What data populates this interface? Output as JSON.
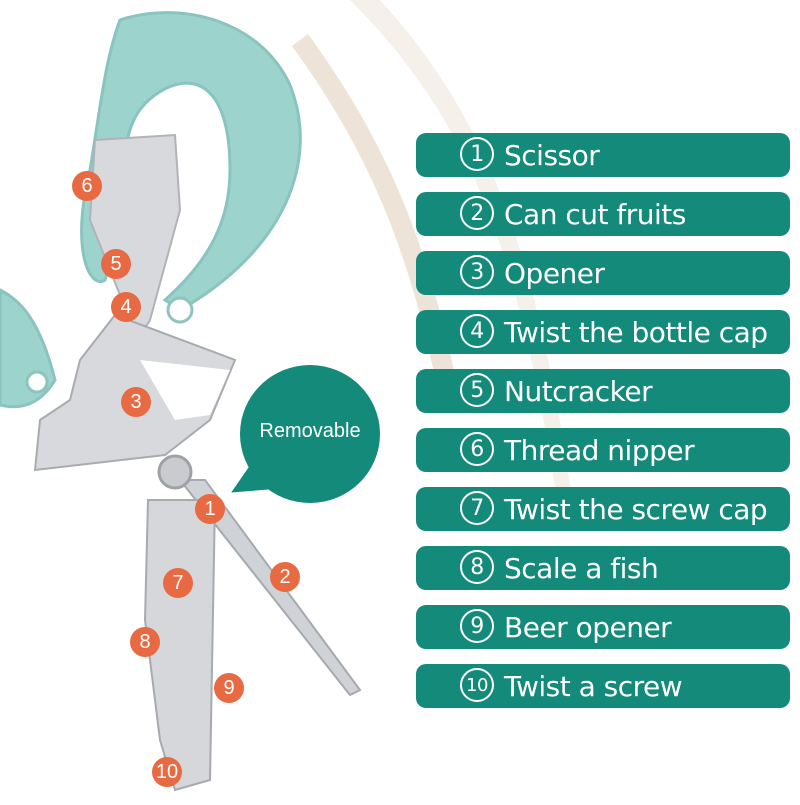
{
  "features": [
    {
      "num": "1",
      "label": "Scissor"
    },
    {
      "num": "2",
      "label": "Can cut fruits"
    },
    {
      "num": "3",
      "label": "Opener"
    },
    {
      "num": "4",
      "label": "Twist the bottle cap"
    },
    {
      "num": "5",
      "label": "Nutcracker"
    },
    {
      "num": "6",
      "label": "Thread nipper"
    },
    {
      "num": "7",
      "label": "Twist the screw cap"
    },
    {
      "num": "8",
      "label": "Scale a fish"
    },
    {
      "num": "9",
      "label": "Beer opener"
    },
    {
      "num": "10",
      "label": "Twist a screw"
    }
  ],
  "callout": {
    "text": "Removable"
  },
  "markers": [
    "6",
    "5",
    "4",
    "3",
    "1",
    "2",
    "7",
    "8",
    "9",
    "10"
  ],
  "colors": {
    "teal": "#138a7a",
    "orange": "#e86a42",
    "handle": "#9dd3cd",
    "steel": "#d7d9dc"
  }
}
